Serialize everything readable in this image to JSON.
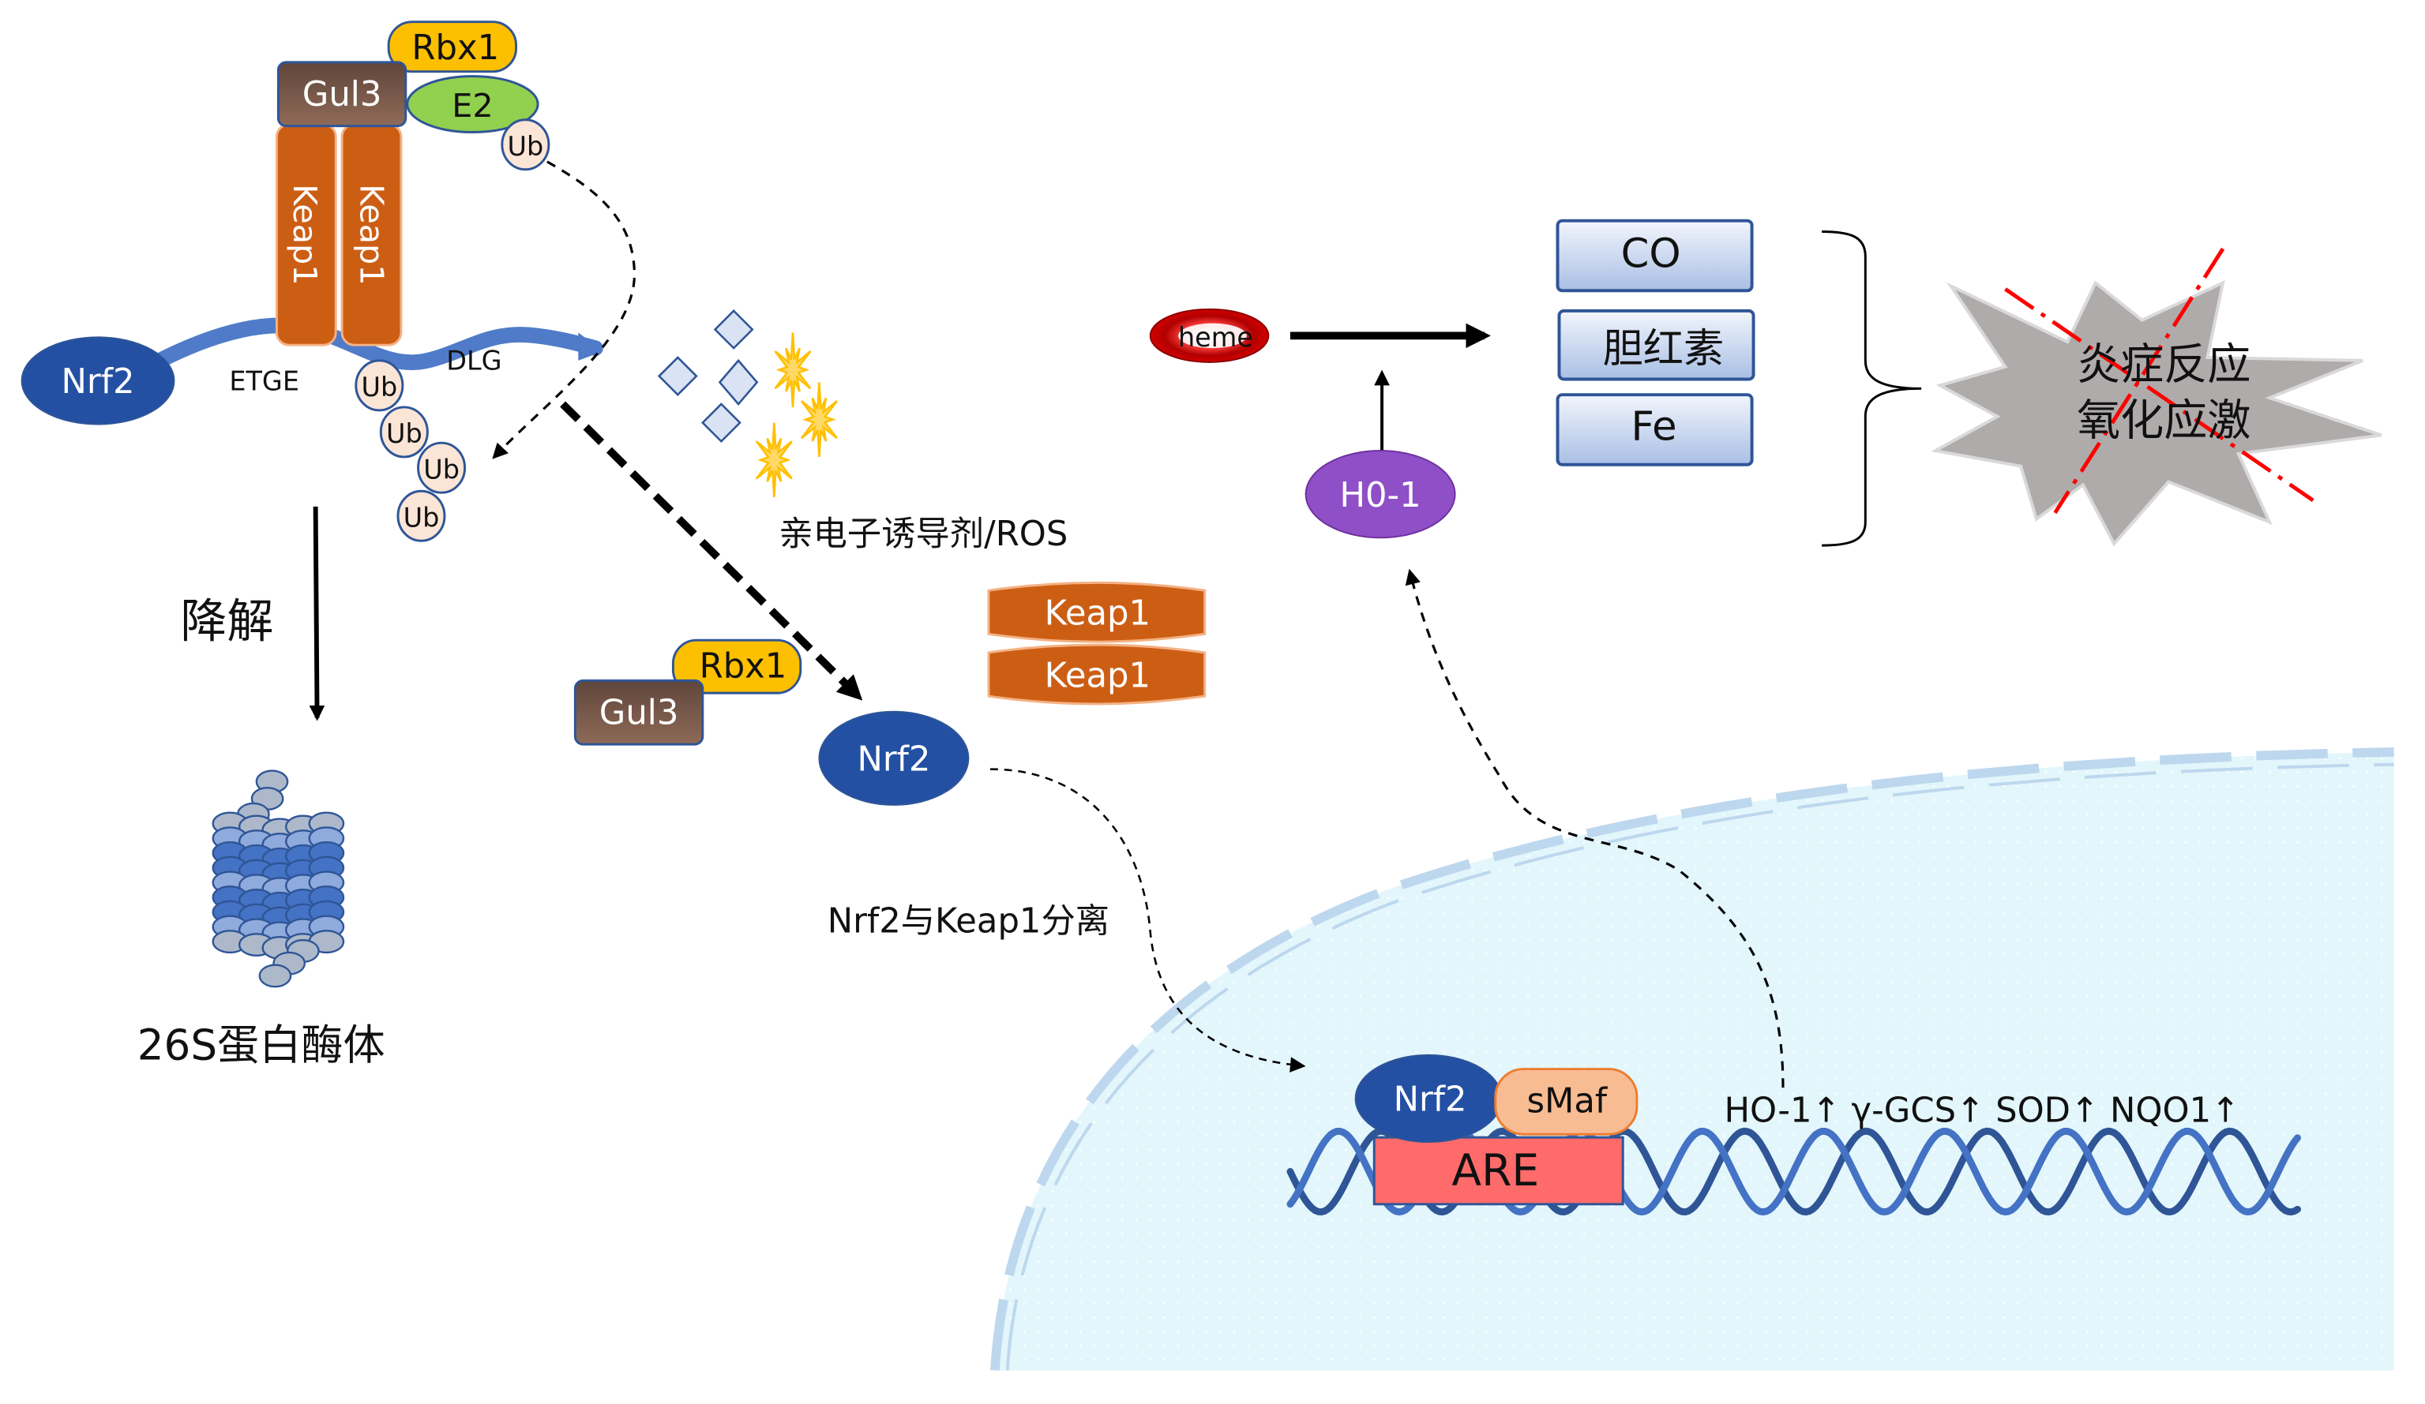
{
  "title": "Nrf2/Keap1-ARE signaling pathway",
  "colors": {
    "nrf2": "#2350a3",
    "keap1": "#cc5e14",
    "gul3_top": "#5f463b",
    "gul3_bottom": "#8f6a58",
    "rbx1": "#fdc000",
    "e2": "#92d050",
    "ub": "#fbe5d6",
    "outline": "#2f5597",
    "strand": "#4f7bc8",
    "ho1": "#8f4fc6",
    "are": "#ff6b6b",
    "smaf": "#f8bc93",
    "nucleus_fill": "#e2f6fb",
    "nucleus_edge": "#bdd7ee",
    "product_box_top": "#f2f5fc",
    "product_box_bottom": "#a9bfe5",
    "starburst": "#afabab",
    "cross": "#ff0000",
    "ros_star": "#ffc000",
    "electrophile": "#dae3f3"
  },
  "complex": {
    "rbx1": "Rbx1",
    "gul3": "Gul3",
    "e2": "E2",
    "keap1_a": "Keap1",
    "keap1_b": "Keap1",
    "nrf2": "Nrf2",
    "etge": "ETGE",
    "dlg": "DLG",
    "ub": "Ub"
  },
  "ub_chain": [
    "Ub",
    "Ub",
    "Ub",
    "Ub"
  ],
  "degradation": {
    "label": "降解",
    "proteasome_label": "26S蛋白酶体"
  },
  "inducer": {
    "label": "亲电子诱导剂/ROS"
  },
  "released": {
    "rbx1": "Rbx1",
    "gul3": "Gul3",
    "nrf2": "Nrf2",
    "keap1_top": "Keap1",
    "keap1_bottom": "Keap1",
    "separation_label": "Nrf2与Keap1分离"
  },
  "heme_pathway": {
    "heme": "heme",
    "ho1": "H0-1",
    "products": [
      "CO",
      "胆红素",
      "Fe"
    ],
    "outcome_line1": "炎症反应",
    "outcome_line2": "氧化应激"
  },
  "nucleus": {
    "nrf2": "Nrf2",
    "smaf": "sMaf",
    "are": "ARE",
    "genes": "HO-1↑ γ-GCS↑ SOD↑ NQO1↑"
  }
}
